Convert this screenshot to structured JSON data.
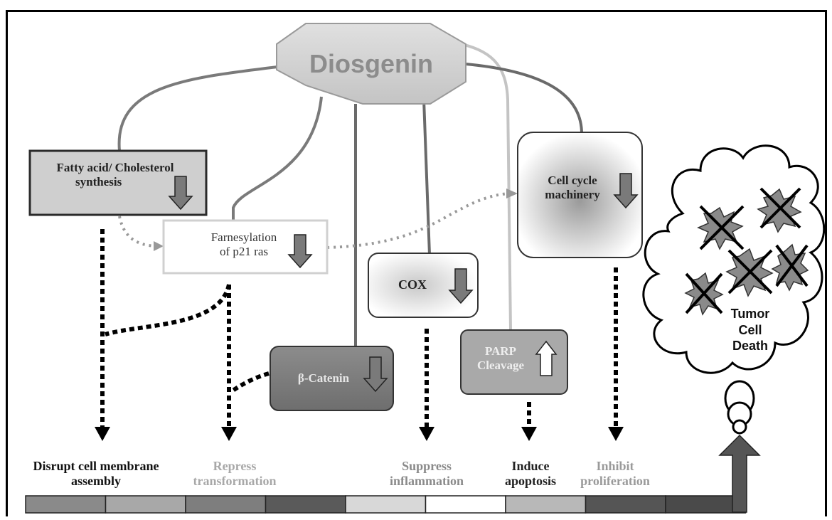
{
  "center": {
    "label": "Diosgenin"
  },
  "nodes": {
    "fatty_acid": {
      "line1": "Fatty acid/ Cholesterol",
      "line2": "synthesis"
    },
    "farnesylation": {
      "line1": "Farnesylation",
      "line2": "of p21 ras"
    },
    "cox": {
      "label": "COX"
    },
    "cell_cycle": {
      "line1": "Cell cycle",
      "line2": "machinery"
    },
    "beta_catenin": {
      "label": "β-Catenin"
    },
    "parp": {
      "line1": "PARP",
      "line2": "Cleavage"
    }
  },
  "outcomes": {
    "disrupt": {
      "line1": "Disrupt cell membrane",
      "line2": "assembly"
    },
    "repress": {
      "line1": "Repress",
      "line2": "transformation"
    },
    "suppress": {
      "line1": "Suppress",
      "line2": "inflammation"
    },
    "induce": {
      "line1": "Induce",
      "line2": "apoptosis"
    },
    "inhibit": {
      "line1": "Inhibit",
      "line2": "proliferation"
    }
  },
  "tumor": {
    "line1": "Tumor",
    "line2": "Cell",
    "line3": "Death"
  },
  "bar_colors": [
    "#8a8a8a",
    "#a8a8a8",
    "#7e7e7e",
    "#5a5a5a",
    "#d8d8d8",
    "#ffffff",
    "#b8b8b8",
    "#555555",
    "#4a4a4a"
  ]
}
